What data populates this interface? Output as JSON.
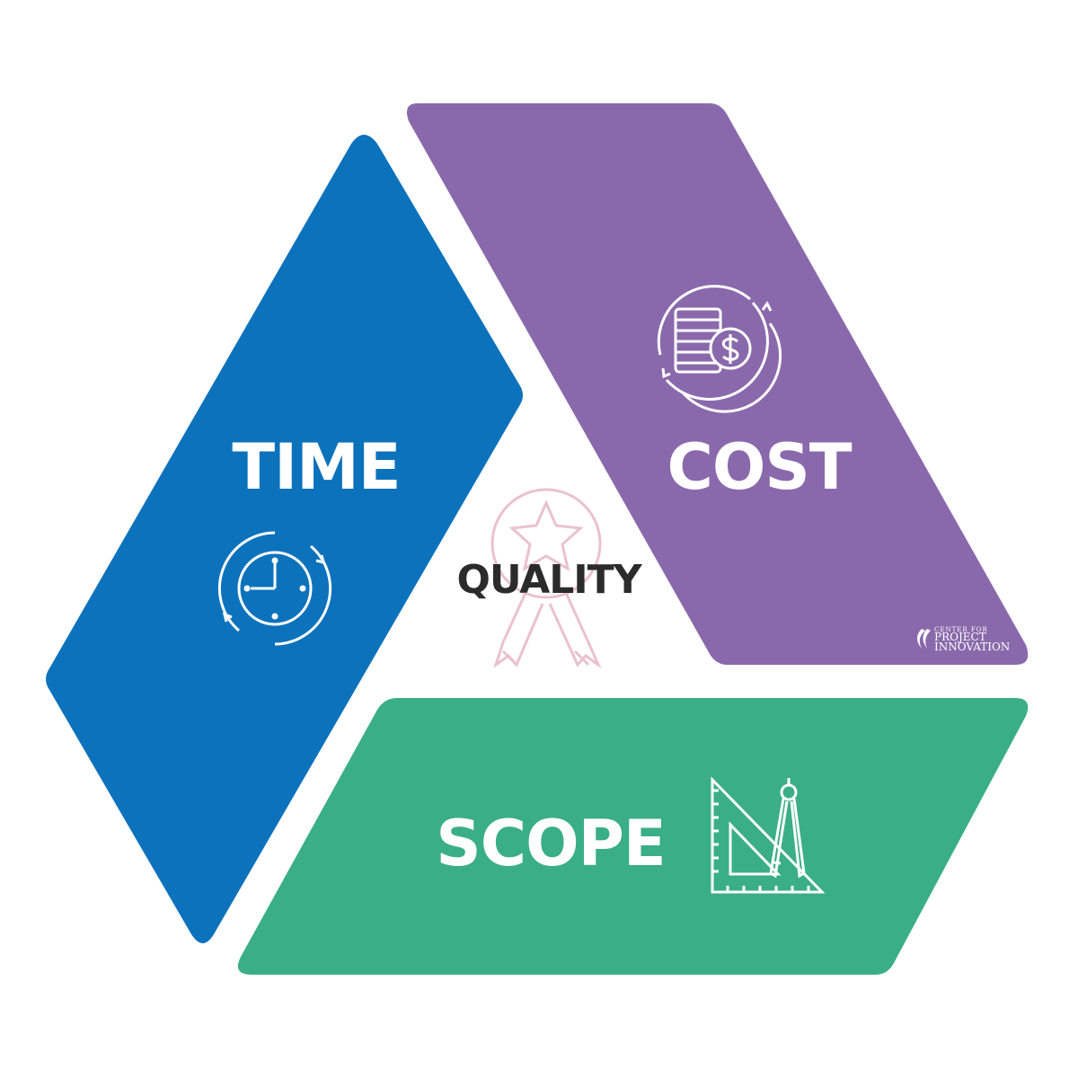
{
  "diagram": {
    "time": {
      "label": "TIME",
      "color": "#0d72bc",
      "icon": "clock-icon"
    },
    "cost": {
      "label": "COST",
      "color": "#8969ab",
      "icon": "coins-dollar-icon"
    },
    "scope": {
      "label": "SCOPE",
      "color": "#3aae87",
      "icon": "ruler-compass-icon"
    },
    "quality": {
      "label": "QUALITY",
      "color": "#2b2b2b",
      "icon_color": "#eac1d0",
      "icon": "award-ribbon-icon"
    }
  },
  "logo": {
    "line1": "CENTER FOR",
    "line2": "PROJECT",
    "line3": "INNOVATION"
  }
}
